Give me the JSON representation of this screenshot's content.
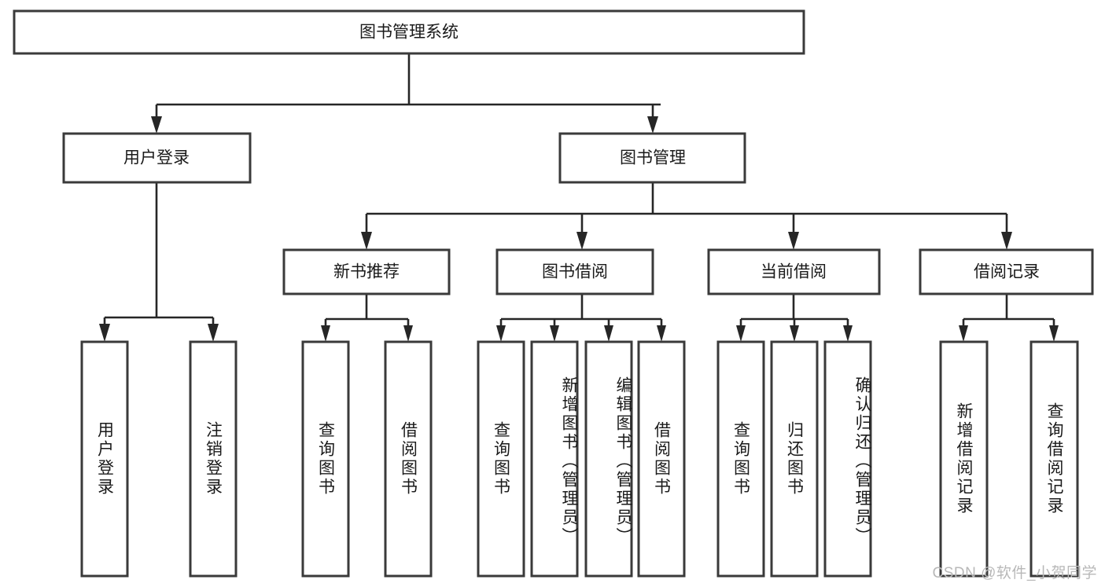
{
  "diagram": {
    "type": "tree-hierarchy",
    "orientation": "top-down",
    "root": {
      "label": "图书管理系统"
    },
    "level1": [
      {
        "label": "用户登录"
      },
      {
        "label": "图书管理"
      }
    ],
    "level2": [
      {
        "label": "新书推荐"
      },
      {
        "label": "图书借阅"
      },
      {
        "label": "当前借阅"
      },
      {
        "label": "借阅记录"
      }
    ],
    "leaves": {
      "user_login": [
        {
          "label": "用户登录"
        },
        {
          "label": "注销登录"
        }
      ],
      "new_book_recommend": [
        {
          "label": "查询图书"
        },
        {
          "label": "借阅图书"
        }
      ],
      "book_borrow": [
        {
          "label": "查询图书"
        },
        {
          "label": "新增图书（管理员）"
        },
        {
          "label": "编辑图书（管理员）"
        },
        {
          "label": "借阅图书"
        }
      ],
      "current_borrow": [
        {
          "label": "查询图书"
        },
        {
          "label": "归还图书"
        },
        {
          "label": "确认归还（管理员）"
        }
      ],
      "borrow_record": [
        {
          "label": "新增借阅记录"
        },
        {
          "label": "查询借阅记录"
        }
      ]
    }
  },
  "watermark": {
    "text": "CSDN @软件_小贺同学"
  },
  "colors": {
    "box_stroke": "#3a3a3a",
    "connector": "#262626",
    "text": "#1a1a1a",
    "background": "#ffffff",
    "watermark": "#b8b8b8"
  }
}
